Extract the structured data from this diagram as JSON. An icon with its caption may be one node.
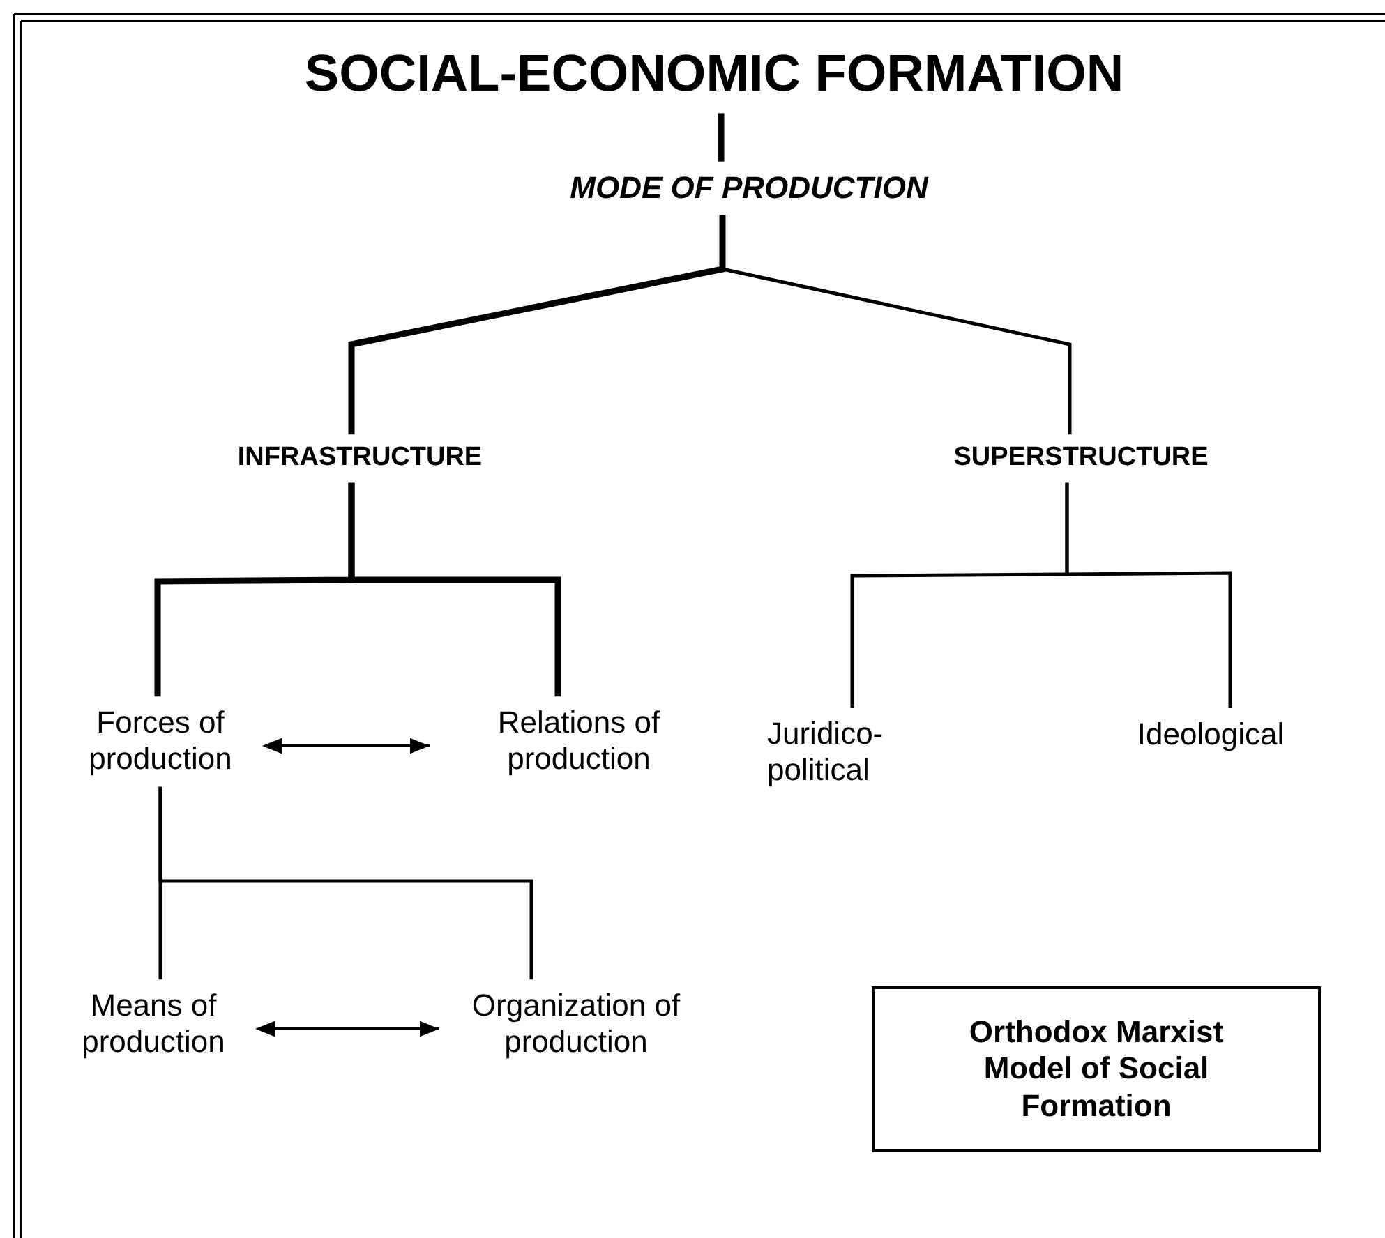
{
  "diagram": {
    "nodes": [
      {
        "text": [
          "SOCIAL-ECONOMIC FORMATION"
        ]
      },
      {
        "text": [
          "MODE OF PRODUCTION"
        ]
      },
      {
        "text": [
          "INFRASTRUCTURE"
        ]
      },
      {
        "text": [
          "SUPERSTRUCTURE"
        ]
      },
      {
        "text": [
          "Forces of production"
        ]
      },
      {
        "text": [
          "Relations of production"
        ]
      },
      {
        "text": [
          "Juridico- political"
        ]
      },
      {
        "text": [
          "Ideological"
        ]
      },
      {
        "text": [
          "Means of production"
        ]
      },
      {
        "text": [
          "Organization of production"
        ]
      },
      {
        "text": [
          "Orthodox Marxist Model of Social Formation"
        ]
      }
    ],
    "edges": [
      {
        "from": 0,
        "to": 1,
        "arrow": "none",
        "style": "thick"
      },
      {
        "from": 1,
        "to": 2,
        "arrow": "none",
        "style": "thick"
      },
      {
        "from": 1,
        "to": 3,
        "arrow": "none"
      },
      {
        "from": 2,
        "to": 4,
        "arrow": "none",
        "style": "thick"
      },
      {
        "from": 2,
        "to": 5,
        "arrow": "none",
        "style": "thick"
      },
      {
        "from": 3,
        "to": 6,
        "arrow": "none"
      },
      {
        "from": 3,
        "to": 7,
        "arrow": "none"
      },
      {
        "from": 4,
        "to": 8,
        "arrow": "none"
      },
      {
        "from": 4,
        "to": 9,
        "arrow": "none"
      },
      {
        "from": 4,
        "to": 5,
        "arrow": "both"
      },
      {
        "from": 8,
        "to": 9,
        "arrow": "both"
      }
    ]
  }
}
